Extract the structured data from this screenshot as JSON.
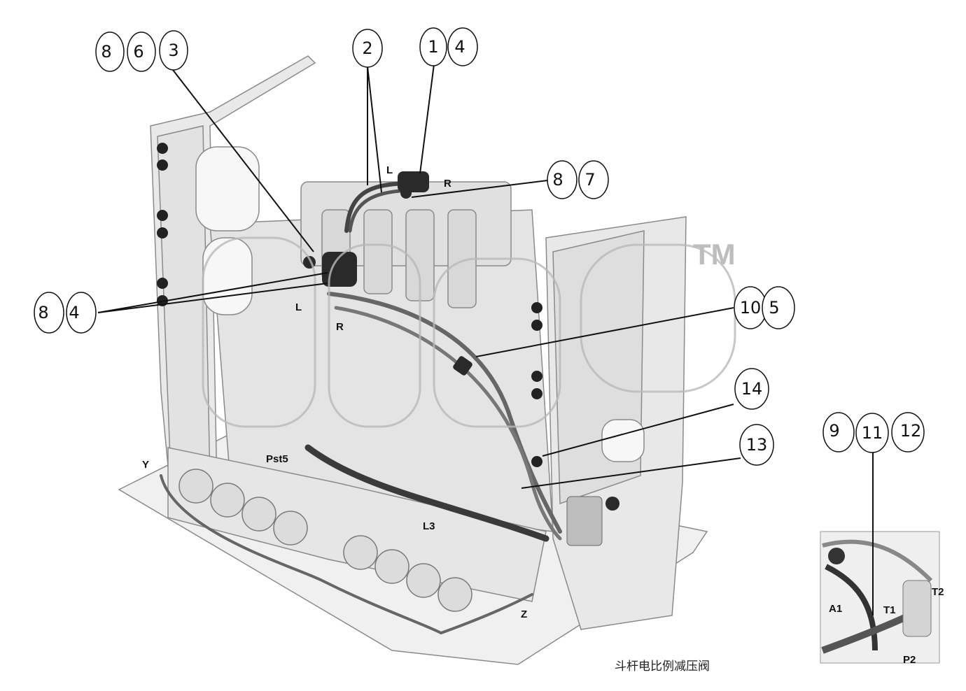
{
  "watermark": {
    "trademark": "TM"
  },
  "callouts": {
    "c8a": "8",
    "c6": "6",
    "c3": "3",
    "c2": "2",
    "c1": "1",
    "c4a": "4",
    "c8b": "8",
    "c7": "7",
    "c8c": "8",
    "c4b": "4",
    "c10": "10",
    "c5": "5",
    "c14": "14",
    "c13": "13",
    "c9": "9",
    "c11": "11",
    "c12": "12"
  },
  "ports": {
    "L_top": "L",
    "R_top": "R",
    "L_mid": "L",
    "R_mid": "R",
    "Y": "Y",
    "Pst5": "Pst5",
    "L3": "L3",
    "Z": "Z",
    "A1": "A1",
    "T1": "T1",
    "T2": "T2",
    "P2": "P2"
  },
  "caption": "斗杆电比例减压阀",
  "colors": {
    "line": "#111111",
    "body": "#e6e6e6",
    "edge": "#8a8a8a",
    "dark": "#3a3a3a",
    "hose": "#555555"
  }
}
